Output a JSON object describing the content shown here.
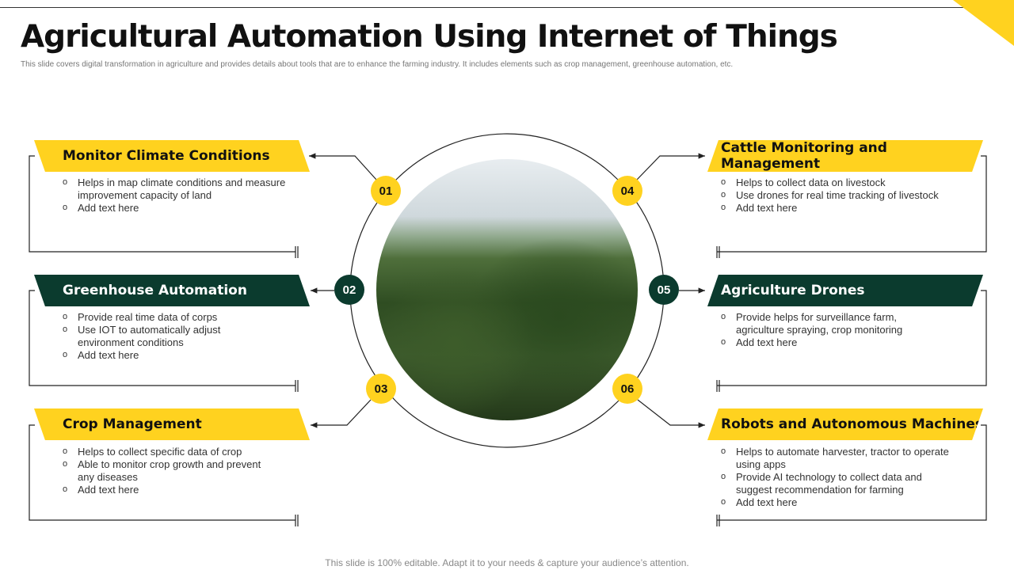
{
  "title": "Agricultural Automation Using Internet of Things",
  "subtitle": "This slide covers digital transformation in agriculture and provides details about tools that are to enhance the farming industry. It includes elements such as crop management,  greenhouse automation, etc.",
  "footer": "This slide is 100% editable. Adapt it to your needs & capture your audience’s attention.",
  "colors": {
    "yellow": "#FFD21F",
    "green": "#0B3B2E"
  },
  "items": [
    {
      "num": "01",
      "title": "Monitor Climate Conditions",
      "bullets": [
        "Helps in map climate conditions and measure improvement  capacity of land",
        "Add text here"
      ]
    },
    {
      "num": "02",
      "title": "Greenhouse Automation",
      "bullets": [
        "Provide  real time data of corps",
        "Use IOT to automatically adjust environment  conditions",
        "Add text here"
      ]
    },
    {
      "num": "03",
      "title": "Crop Management",
      "bullets": [
        "Helps to collect specific data of crop",
        "Able to monitor crop growth  and prevent any diseases",
        "Add text here"
      ]
    },
    {
      "num": "04",
      "title": "Cattle Monitoring and Management",
      "bullets": [
        "Helps to collect data on livestock",
        "Use drones for real time tracking of livestock",
        "Add text here"
      ]
    },
    {
      "num": "05",
      "title": "Agriculture Drones",
      "bullets": [
        "Provide  helps for surveillance farm, agriculture spraying, crop monitoring",
        "Add text here"
      ]
    },
    {
      "num": "06",
      "title": "Robots and Autonomous Machines",
      "bullets": [
        "Helps to automate harvester,  tractor to operate using apps",
        "Provide  AI technology to collect data and suggest recommendation for farming",
        "Add text here"
      ]
    }
  ]
}
